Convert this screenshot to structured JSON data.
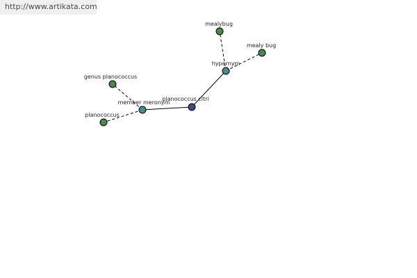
{
  "banner": {
    "url": "http://www.artikata.com"
  },
  "colors": {
    "center": "#3d4a8c",
    "relation": "#4b8c8c",
    "leaf": "#4a8a4a",
    "banner_bg": "#f0f0f0"
  },
  "nodes": [
    {
      "id": "planococcus-citri",
      "label": "planococcus citri",
      "kind": "center"
    },
    {
      "id": "hypernym",
      "label": "hypernym",
      "kind": "relation"
    },
    {
      "id": "member-meronym",
      "label": "member meronym",
      "kind": "relation"
    },
    {
      "id": "mealybug",
      "label": "mealybug",
      "kind": "leaf"
    },
    {
      "id": "mealy-bug",
      "label": "mealy bug",
      "kind": "leaf"
    },
    {
      "id": "genus-planococcus",
      "label": "genus planococcus",
      "kind": "leaf"
    },
    {
      "id": "planococcus",
      "label": "planococcus",
      "kind": "leaf"
    }
  ],
  "edges": [
    {
      "from": "planococcus-citri",
      "to": "hypernym",
      "style": "solid"
    },
    {
      "from": "planococcus-citri",
      "to": "member-meronym",
      "style": "solid"
    },
    {
      "from": "hypernym",
      "to": "mealybug",
      "style": "dashed"
    },
    {
      "from": "hypernym",
      "to": "mealy-bug",
      "style": "dashed"
    },
    {
      "from": "member-meronym",
      "to": "genus-planococcus",
      "style": "dashed"
    },
    {
      "from": "member-meronym",
      "to": "planococcus",
      "style": "dashed"
    }
  ]
}
